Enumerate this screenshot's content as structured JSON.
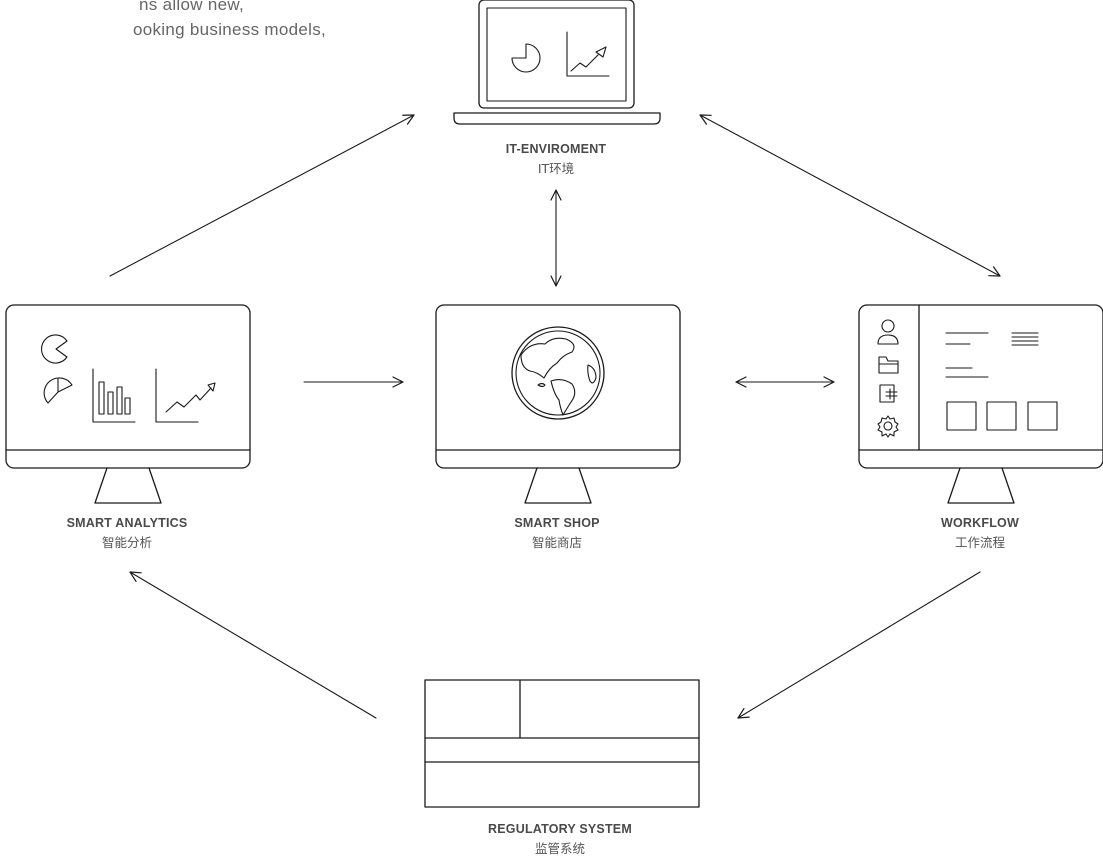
{
  "intro": {
    "line1": "ns allow new,",
    "line2": "ooking business models,"
  },
  "nodes": {
    "it_environment": {
      "title": "IT-ENVIROMENT",
      "subtitle": "IT环境"
    },
    "smart_analytics": {
      "title": "SMART ANALYTICS",
      "subtitle": "智能分析"
    },
    "smart_shop": {
      "title": "SMART SHOP",
      "subtitle": "智能商店"
    },
    "workflow": {
      "title": "WORKFLOW",
      "subtitle": "工作流程"
    },
    "regulatory_system": {
      "title": "REGULATORY SYSTEM",
      "subtitle": "监管系统"
    }
  },
  "icons": {
    "it_environment": "laptop-with-charts-icon",
    "smart_analytics": "monitor-with-charts-icon",
    "smart_shop": "monitor-with-globe-icon",
    "workflow": "monitor-with-workflow-icon",
    "regulatory_system": "panel-layout-icon"
  },
  "colors": {
    "line": "#1a1a1a",
    "label": "#4a4a4a",
    "text": "#666666"
  }
}
